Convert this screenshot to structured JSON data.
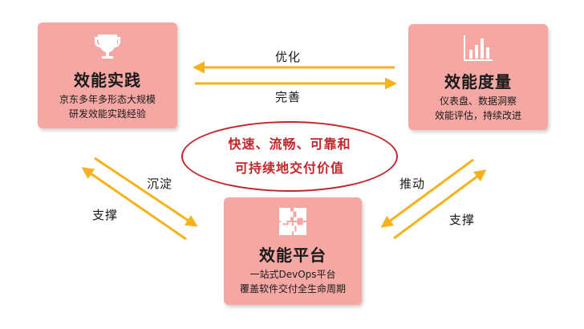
{
  "practice": {
    "title": "效能实践",
    "desc_line1": "京东多年多形态大规模",
    "desc_line2": "研发效能实践经验",
    "icon": "trophy-icon"
  },
  "measure": {
    "title": "效能度量",
    "desc_line1": "仪表盘、数据洞察",
    "desc_line2": "效能评估，持续改进",
    "icon": "bar-chart-icon"
  },
  "platform": {
    "title": "效能平台",
    "desc_line1": "一站式DevOps平台",
    "desc_line2": "覆盖软件交付全生命周期",
    "icon": "puzzle-icon"
  },
  "center": {
    "line1": "快速、流畅、可靠和",
    "line2": "可持续地交付价值"
  },
  "arrows": {
    "top_left": "优化",
    "top_right": "完善",
    "left_upper": "沉淀",
    "left_lower": "支撑",
    "right_upper": "推动",
    "right_lower": "支撑"
  },
  "colors": {
    "box": "#f4a7a3",
    "arrow": "#f5b21a",
    "ellipse": "#c0262a"
  }
}
